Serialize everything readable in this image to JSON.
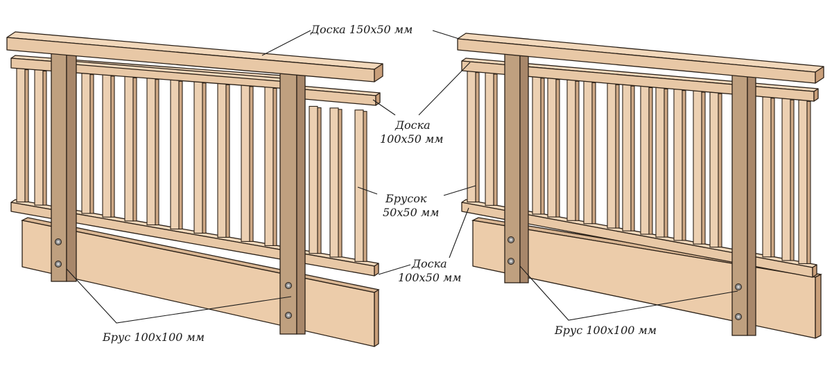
{
  "labels": {
    "top_board": "Доска 150х50 мм",
    "upper_rail_line1": "Доска",
    "upper_rail_line2": "100х50 мм",
    "baluster_line1": "Брусок",
    "baluster_line2": "50х50 мм",
    "lower_rail_line1": "Доска",
    "lower_rail_line2": "100х50 мм",
    "post_left": "Брус 100х100 мм",
    "post_right": "Брус 100х100 мм"
  },
  "colors": {
    "wood": "#e8c8a6",
    "post": "#bfa07f",
    "outline": "#2a2017"
  }
}
